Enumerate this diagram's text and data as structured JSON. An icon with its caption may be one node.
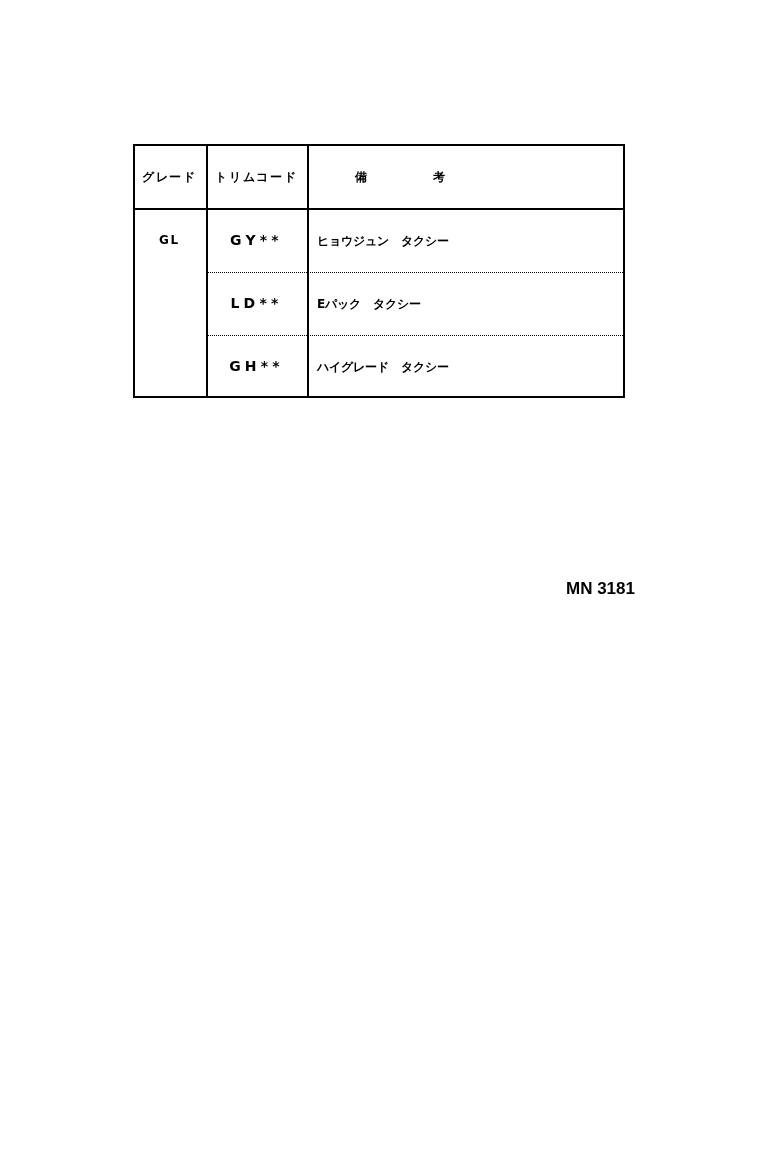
{
  "diagram": {
    "labels": [
      "グレード",
      "トリムコード",
      "備考",
      "GL",
      "GY**",
      "ヒョウジュン　タクシー",
      "LD**",
      "Eパック　タクシー",
      "GH**",
      "ハイグレード　タクシー",
      "MN 3181"
    ]
  }
}
